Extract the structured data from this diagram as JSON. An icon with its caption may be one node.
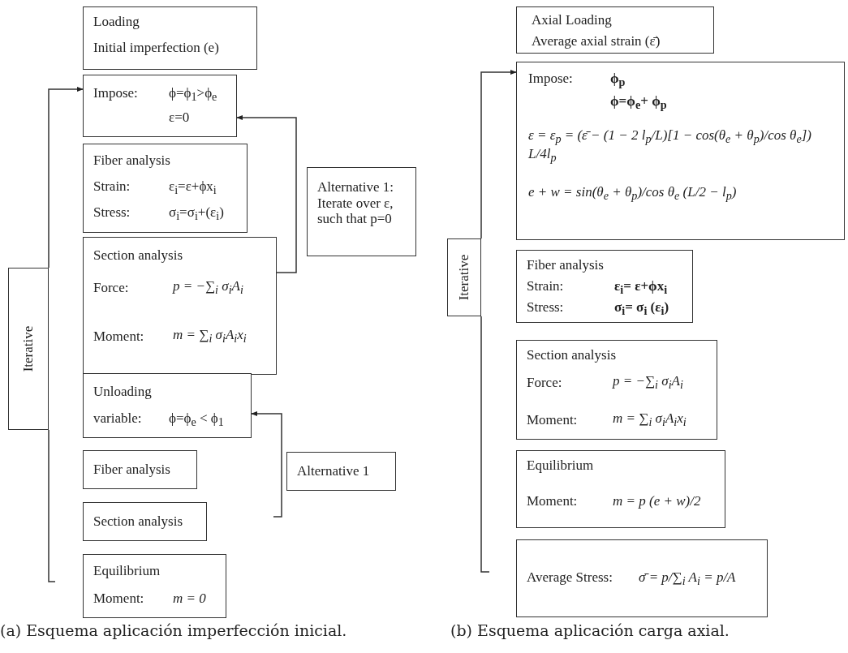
{
  "diagram": {
    "nodes": [
      {
        "text": [
          "Loading",
          "Initial imperfection (e)"
        ]
      },
      {
        "text": [
          "Impose:",
          "ϕ=ϕ$_{1}$>ϕ$_{e}$",
          "ε=0"
        ]
      },
      {
        "text": [
          "Fiber analysis",
          "Strain:",
          "ε$_{i}$=ε+ϕx$_{i}$",
          "Stress:",
          "σ$_{i}$=σ$_{i}$+(ε$_{i}$)"
        ]
      },
      {
        "text": [
          "Section analysis",
          "Force:",
          "p = −∑$_{i}$ σ$_{i}$A$_{i}$",
          "Moment:",
          "m = ∑$_{i}$ σ$_{i}$A$_{i}$x$_{i}$"
        ]
      },
      {
        "text": [
          "Alternative 1: Iterate over ε, such that p=0"
        ]
      },
      {
        "text": [
          "Unloading",
          "variable:",
          "ϕ=ϕ$_{e}$ < ϕ$_{1}$"
        ]
      },
      {
        "text": [
          "Fiber analysis"
        ]
      },
      {
        "text": [
          "Section analysis"
        ]
      },
      {
        "text": [
          "Alternative 1"
        ]
      },
      {
        "text": [
          "Equilibrium",
          "Moment:",
          "m = 0"
        ]
      },
      {
        "text": [
          "Iterative"
        ]
      },
      {
        "text": [
          "Axial Loading",
          "Average axial strain (ε̄)"
        ]
      },
      {
        "text": [
          "Impose:",
          "ϕ$_{p}$",
          "ϕ=ϕ$_{e}$+ ϕ$_{p}$",
          "ε = ε$_{p}$ = (ε̄ − (1 − 2 l$_{p}$/L)[1 − cos(θ$_{e}$ + θ$_{p}$)/cos θ$_{e}$]) L/4l$_{p}$",
          "e + w = sin(θ$_{e}$ + θ$_{p}$)/cos θ$_{e}$ (L/2 − l$_{p}$)"
        ]
      },
      {
        "text": [
          "Fiber analysis",
          "Strain:",
          "ε$_{i}$= ε+ϕx$_{i}$",
          "Stress:",
          "σ$_{i}$= σ$_{i}$ (ε$_{i}$)"
        ]
      },
      {
        "text": [
          "Section analysis",
          "Force:",
          "p = −∑$_{i}$ σ$_{i}$A$_{i}$",
          "Moment:",
          "m = ∑$_{i}$ σ$_{i}$A$_{i}$x$_{i}$"
        ]
      },
      {
        "text": [
          "Equilibrium",
          "Moment:",
          "m = p (e + w)/2"
        ]
      },
      {
        "text": [
          "Average Stress:",
          "σ̄ = p/∑$_{i}$ A$_{i}$ = p/A"
        ]
      },
      {
        "text": [
          "Iterative"
        ]
      }
    ],
    "edges": [
      {
        "from": 10,
        "to": 1,
        "arrow": "to"
      },
      {
        "from": null,
        "to": 10,
        "arrow": "none"
      },
      {
        "from": 3,
        "to": 1,
        "arrow": "to"
      },
      {
        "from": null,
        "to": 5,
        "arrow": "to"
      },
      {
        "from": 17,
        "to": 12,
        "arrow": "to"
      },
      {
        "from": null,
        "to": 17,
        "arrow": "none"
      }
    ],
    "labels": [
      "(a) Esquema aplicación imperfección inicial.",
      "(b) Esquema aplicación carga axial."
    ]
  }
}
